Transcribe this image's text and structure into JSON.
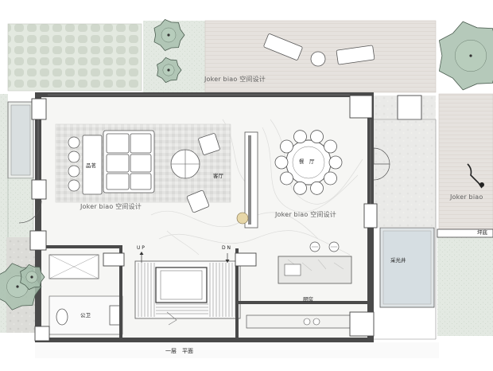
{
  "plan": {
    "title": "一层　平面",
    "watermark": "Joker biao 空间设计",
    "watermark_partial": "Joker biao",
    "rooms": {
      "tea": "品茗",
      "living": "客厅",
      "dining": "餐　厅",
      "kitchen": "厨房",
      "toilet": "公卫",
      "lightwell": "采光井",
      "terrace": "坪底"
    },
    "stairs": {
      "up": "U P",
      "down": "D N"
    }
  },
  "colors": {
    "wall": "#4a4a4a",
    "floor": "#f4f4f2",
    "deck": "#e4e0dc",
    "grass": "#dfe6dc",
    "tree": "#a8c0ae",
    "marble": "#e6e6e4"
  }
}
